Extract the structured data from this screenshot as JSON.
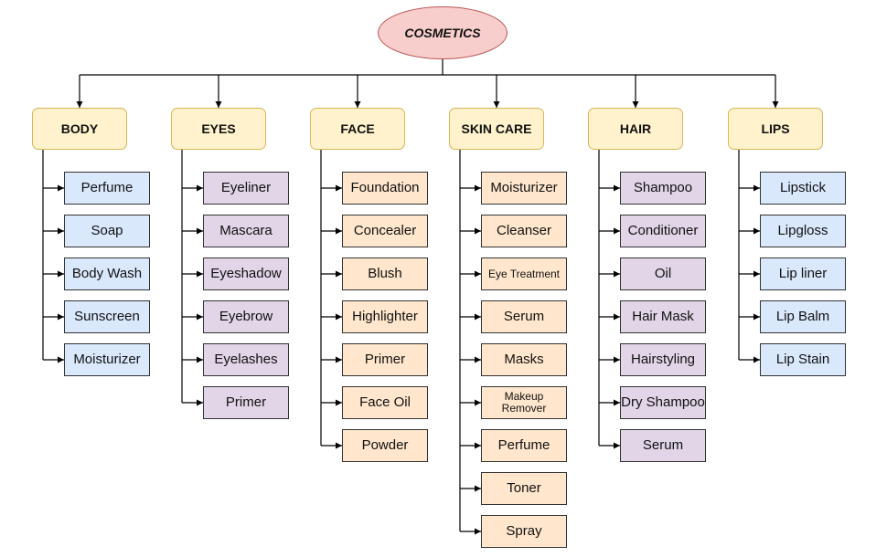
{
  "diagram": {
    "root": {
      "label": "COSMETICS"
    },
    "colors": {
      "root_fill": "#f8cecc",
      "category_fill": "#fff2cc",
      "blue_fill": "#dae8fc",
      "purple_fill": "#e1d5e7",
      "orange_fill": "#ffe6cc"
    },
    "categories": [
      {
        "label": "BODY",
        "item_color": "blue",
        "items": [
          "Perfume",
          "Soap",
          "Body Wash",
          "Sunscreen",
          "Moisturizer"
        ]
      },
      {
        "label": "EYES",
        "item_color": "purple",
        "items": [
          "Eyeliner",
          "Mascara",
          "Eyeshadow",
          "Eyebrow",
          "Eyelashes",
          "Primer"
        ]
      },
      {
        "label": "FACE",
        "item_color": "orange",
        "items": [
          "Foundation",
          "Concealer",
          "Blush",
          "Highlighter",
          "Primer",
          "Face Oil",
          "Powder"
        ]
      },
      {
        "label": "SKIN CARE",
        "item_color": "orange",
        "items": [
          "Moisturizer",
          "Cleanser",
          "Eye Treatment",
          "Serum",
          "Masks",
          "Makeup Remover",
          "Perfume",
          "Toner",
          "Spray"
        ]
      },
      {
        "label": "HAIR",
        "item_color": "purple",
        "items": [
          "Shampoo",
          "Conditioner",
          "Oil",
          "Hair Mask",
          "Hairstyling",
          "Dry Shampoo",
          "Serum"
        ]
      },
      {
        "label": "LIPS",
        "item_color": "blue",
        "items": [
          "Lipstick",
          "Lipgloss",
          "Lip liner",
          "Lip Balm",
          "Lip Stain"
        ]
      }
    ]
  }
}
